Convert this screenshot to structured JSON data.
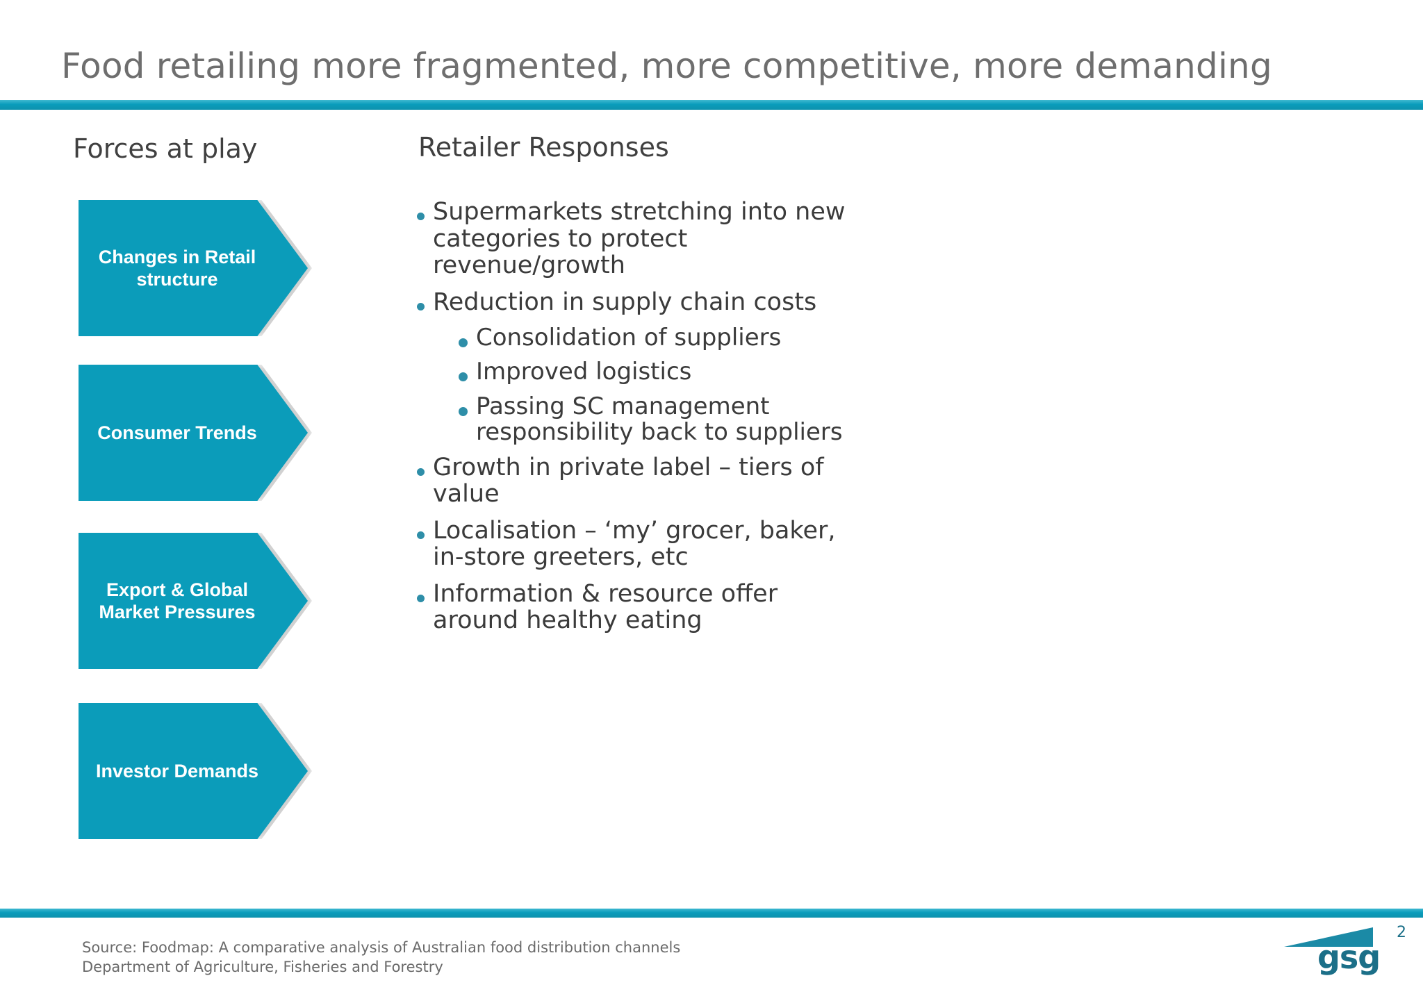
{
  "slide": {
    "title": "Food retailing more fragmented, more competitive, more demanding",
    "page_number": "2",
    "accent_color": "#0b9cba",
    "rule_color": "#0a9cbb",
    "heading_color": "#404040",
    "body_color": "#3b3b3b",
    "bullet_color": "#2e8ea8"
  },
  "columns": {
    "left_heading": "Forces at play",
    "right_heading": "Retailer Responses"
  },
  "forces": [
    {
      "label": "Changes in Retail\nstructure"
    },
    {
      "label": "Consumer Trends"
    },
    {
      "label": "Export & Global\nMarket Pressures"
    },
    {
      "label": "Investor Demands"
    }
  ],
  "responses": [
    {
      "level": 1,
      "text": "Supermarkets stretching into new categories to protect revenue/growth"
    },
    {
      "level": 1,
      "text": "Reduction in supply chain costs"
    },
    {
      "level": 2,
      "text": "Consolidation of suppliers"
    },
    {
      "level": 2,
      "text": "Improved logistics"
    },
    {
      "level": 2,
      "text": "Passing SC management responsibility back to suppliers"
    },
    {
      "level": 1,
      "text": "Growth in private label – tiers of value"
    },
    {
      "level": 1,
      "text": "Localisation – ‘my’ grocer, baker, in-store greeters, etc"
    },
    {
      "level": 1,
      "text": "Information & resource offer around healthy eating"
    }
  ],
  "footer": {
    "source": "Source: Foodmap: A comparative analysis of Australian food distribution channels\nDepartment of Agriculture, Fisheries and Forestry"
  },
  "logo": {
    "wordmark": "gsg"
  }
}
